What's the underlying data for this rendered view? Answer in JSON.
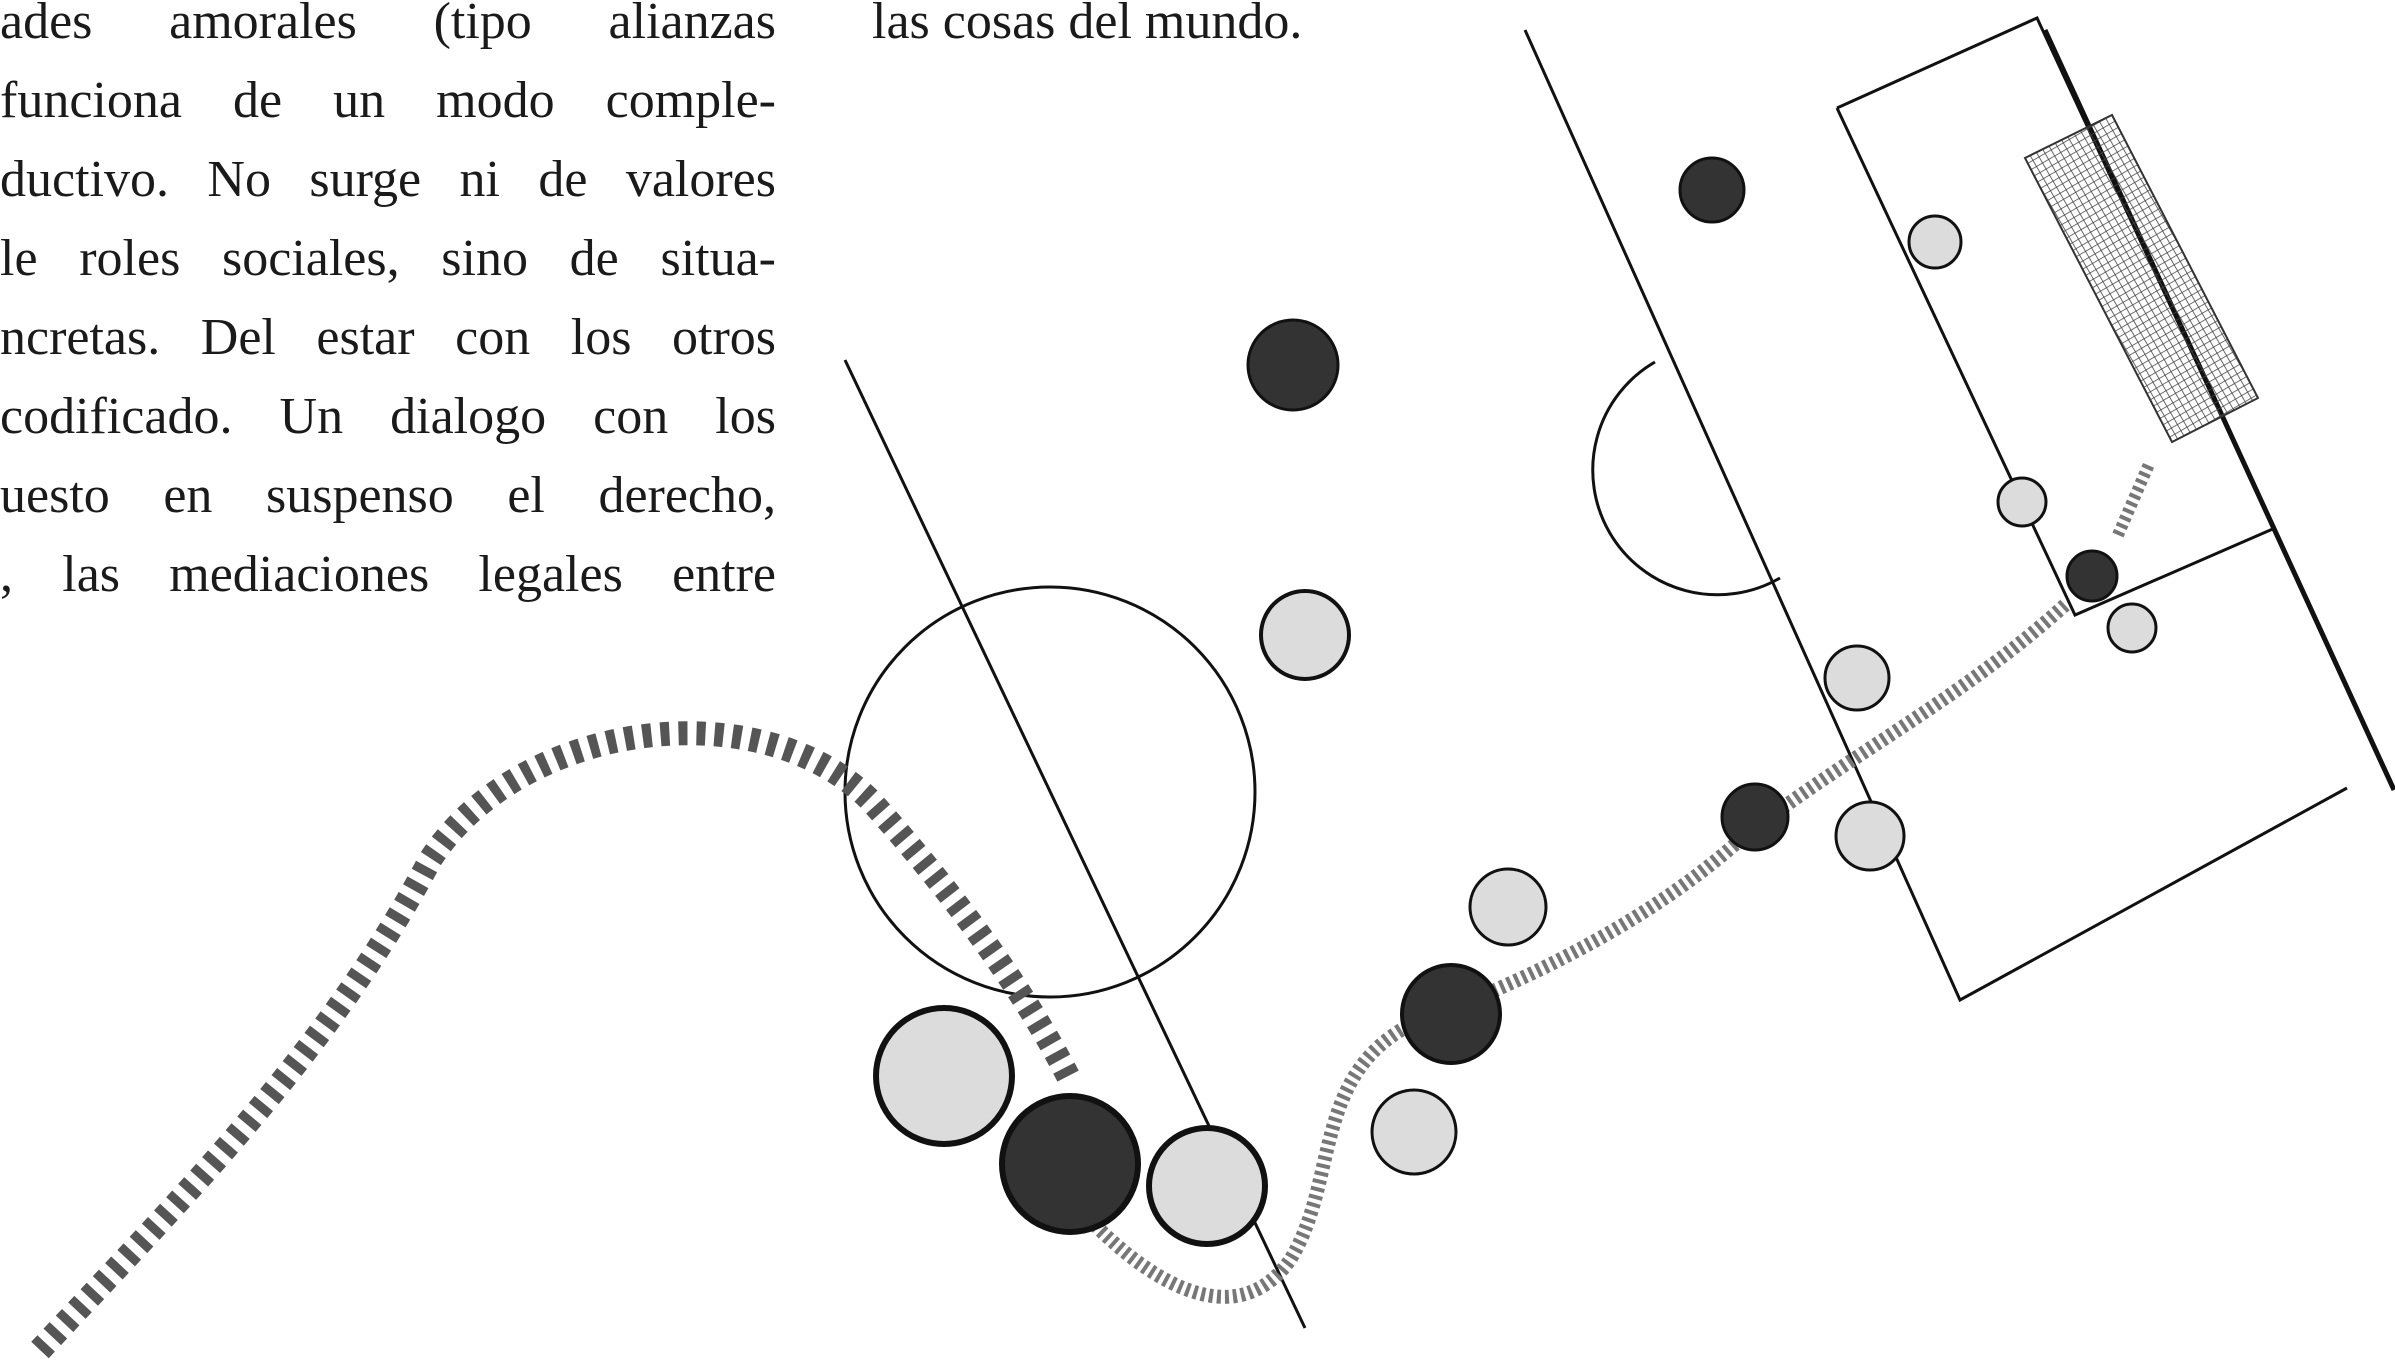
{
  "column_left": {
    "lines": [
      "ades amorales (tipo alianzas",
      "funciona de un modo comple-",
      "ductivo. No surge ni de valores",
      "le roles sociales, sino de situa-",
      "ncretas. Del estar con los otros",
      "codificado. Un dialogo con los",
      "uesto en suspenso el derecho,",
      ", las mediaciones legales entre"
    ]
  },
  "column_right": {
    "lines": [
      "las cosas del mundo."
    ]
  },
  "figure": {
    "colors": {
      "line": "#111111",
      "dark_player": "#333333",
      "light_player": "#dcdcdc",
      "ball_path_thick": "#555555",
      "ball_path_thin": "#777777",
      "net": "#444444"
    }
  }
}
